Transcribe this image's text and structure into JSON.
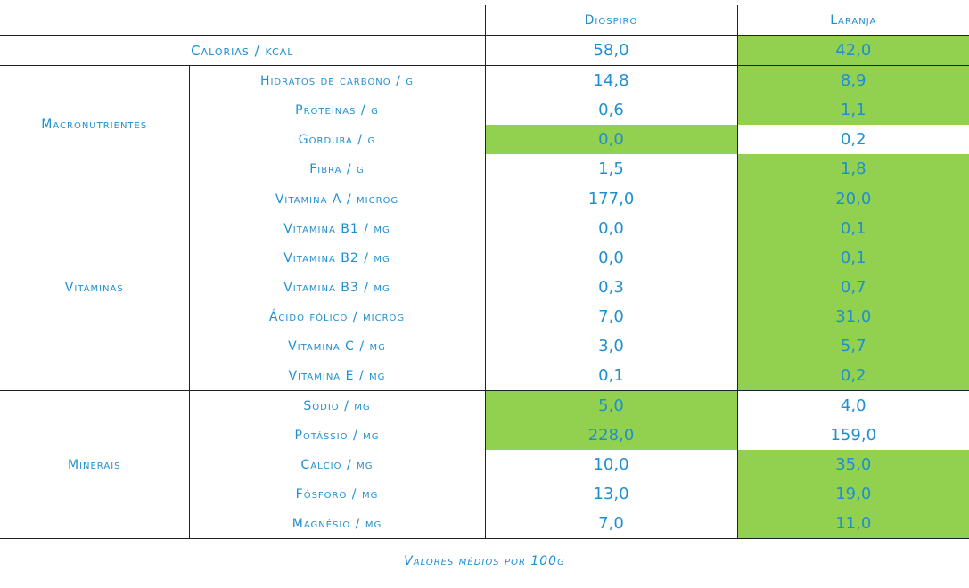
{
  "columns": {
    "diospiro": "Diospiro",
    "laranja": "Laranja"
  },
  "colors": {
    "highlight": "#92d050",
    "text": "#1f8fd0",
    "border": "#222222"
  },
  "calorias": {
    "label": "Calorias / kcal",
    "diospiro": "58,0",
    "laranja": "42,0"
  },
  "groups": {
    "macro": "Macronutrientes",
    "vitaminas": "Vitaminas",
    "minerais": "Minerais"
  },
  "rows": [
    {
      "label": "Hidratos de carbono / g",
      "diospiro": "14,8",
      "laranja": "8,9"
    },
    {
      "label": "Proteínas / g",
      "diospiro": "0,6",
      "laranja": "1,1"
    },
    {
      "label": "Gordura / g",
      "diospiro": "0,0",
      "laranja": "0,2"
    },
    {
      "label": "Fibra / g",
      "diospiro": "1,5",
      "laranja": "1,8"
    },
    {
      "label": "Vitamina A / microg",
      "diospiro": "177,0",
      "laranja": "20,0"
    },
    {
      "label": "Vitamina B1 / mg",
      "diospiro": "0,0",
      "laranja": "0,1"
    },
    {
      "label": "Vitamina B2 / mg",
      "diospiro": "0,0",
      "laranja": "0,1"
    },
    {
      "label": "Vitamina B3 / mg",
      "diospiro": "0,3",
      "laranja": "0,7"
    },
    {
      "label": "Ácido fólico / microg",
      "diospiro": "7,0",
      "laranja": "31,0"
    },
    {
      "label": "Vitamina C / mg",
      "diospiro": "3,0",
      "laranja": "5,7"
    },
    {
      "label": "Vitamina E / mg",
      "diospiro": "0,1",
      "laranja": "0,2"
    },
    {
      "label": "Sódio / mg",
      "diospiro": "5,0",
      "laranja": "4,0"
    },
    {
      "label": "Potássio / mg",
      "diospiro": "228,0",
      "laranja": "159,0"
    },
    {
      "label": "Cálcio / mg",
      "diospiro": "10,0",
      "laranja": "35,0"
    },
    {
      "label": "Fósforo / mg",
      "diospiro": "13,0",
      "laranja": "19,0"
    },
    {
      "label": "Magnésio / mg",
      "diospiro": "7,0",
      "laranja": "11,0"
    }
  ],
  "footer": "Valores médios por 100g"
}
